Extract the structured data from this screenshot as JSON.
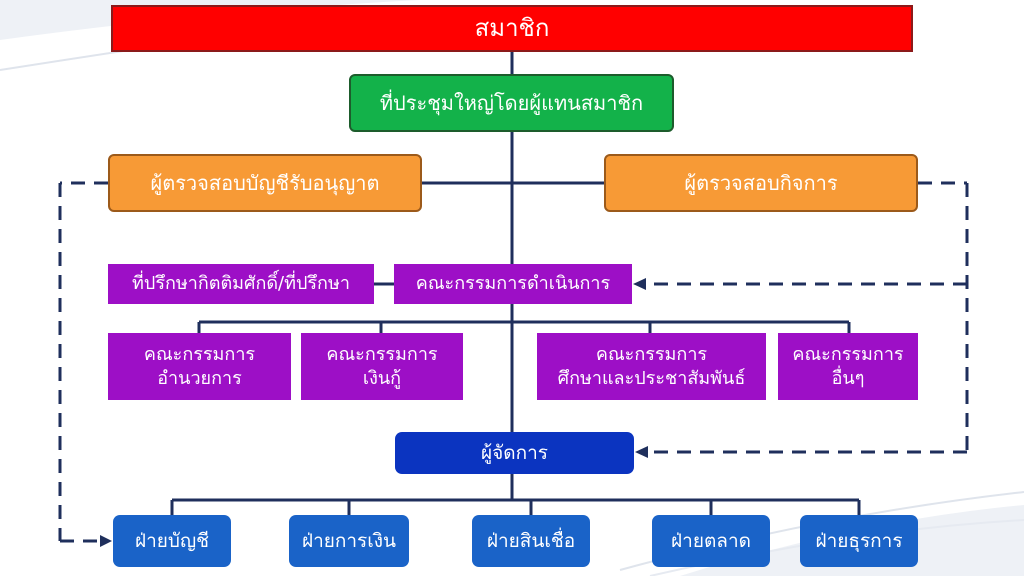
{
  "org": {
    "members": "สมาชิก",
    "assembly": "ที่ประชุมใหญ่โดยผู้แทนสมาชิก",
    "auditor_licensed": "ผู้ตรวจสอบบัญชีรับอนุญาต",
    "auditor_business": "ผู้ตรวจสอบกิจการ",
    "advisor": "ที่ปรึกษากิตติมศักดิ์/ที่ปรึกษา",
    "board": "คณะกรรมการดำเนินการ",
    "committees": [
      {
        "line1": "คณะกรรมการ",
        "line2": "อำนวยการ"
      },
      {
        "line1": "คณะกรรมการ",
        "line2": "เงินกู้"
      },
      {
        "line1": "คณะกรรมการ",
        "line2": "ศึกษาและประชาสัมพันธ์"
      },
      {
        "line1": "คณะกรรมการ",
        "line2": "อื่นๆ"
      }
    ],
    "manager": "ผู้จัดการ",
    "departments": [
      "ฝ่ายบัญชี",
      "ฝ่ายการเงิน",
      "ฝ่ายสินเชื่อ",
      "ฝ่ายตลาด",
      "ฝ่ายธุรการ"
    ]
  },
  "colors": {
    "members": "#ff0000",
    "assembly": "#13b24a",
    "auditor": "#f79a36",
    "board_committees": "#9d0fc6",
    "manager": "#0b34c0",
    "departments": "#1a63c8",
    "connector": "#1f2f5c"
  }
}
